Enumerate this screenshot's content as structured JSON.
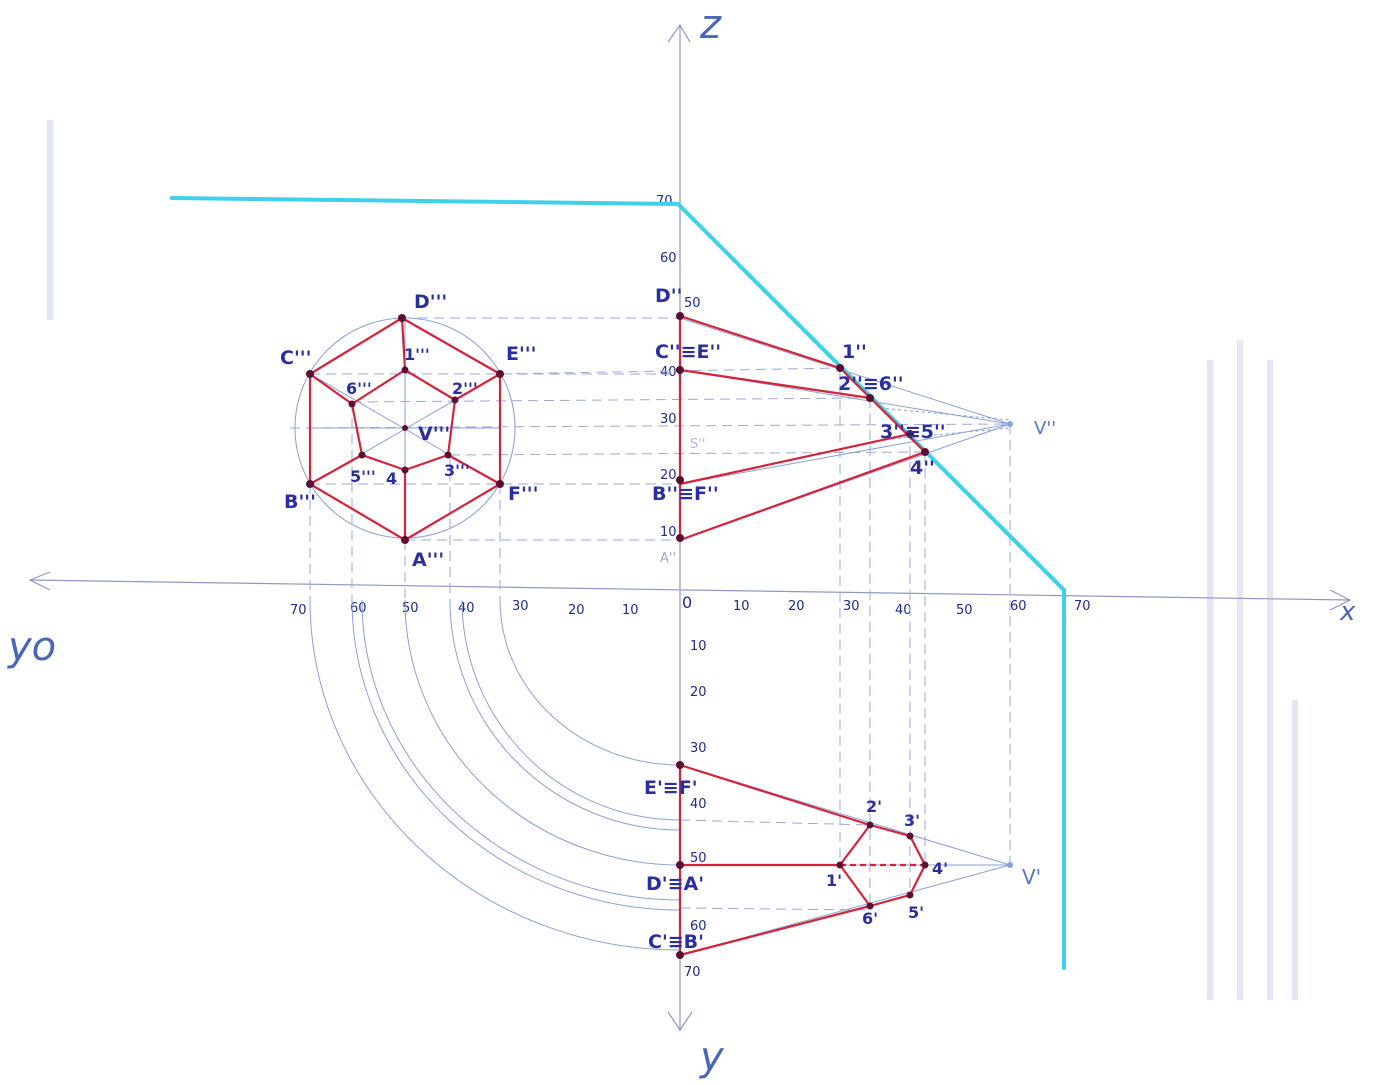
{
  "axes": {
    "x": "x",
    "y": "y",
    "z": "z",
    "yo": "yo",
    "origin": "0"
  },
  "z_ticks": [
    "10",
    "20",
    "30",
    "40",
    "50",
    "60",
    "70"
  ],
  "x_ticks": [
    "10",
    "20",
    "30",
    "40",
    "50",
    "60",
    "70"
  ],
  "yo_ticks": [
    "10",
    "20",
    "30",
    "40",
    "50",
    "60",
    "70"
  ],
  "y_ticks": [
    "10",
    "20",
    "30",
    "40",
    "50",
    "60",
    "70"
  ],
  "front": {
    "D": "D''",
    "CE": "C''≡E''",
    "BF": "B''≡F''",
    "A": "A''",
    "S": "S''",
    "V": "V''",
    "p1": "1''",
    "p26": "2''≡6''",
    "p35": "3''≡5''",
    "p4": "4''"
  },
  "top": {
    "EF": "E'≡F'",
    "DA": "D'≡A'",
    "CB": "C'≡B'",
    "V": "V'",
    "p1": "1'",
    "p2": "2'",
    "p3": "3'",
    "p4": "4'",
    "p5": "5'",
    "p6": "6'"
  },
  "side": {
    "A": "A'''",
    "B": "B'''",
    "C": "C'''",
    "D": "D'''",
    "E": "E'''",
    "F": "F'''",
    "V": "V'''",
    "p1": "1'''",
    "p2": "2'''",
    "p3": "3'''",
    "p4": "4",
    "p5": "5'''",
    "p6": "6'''"
  },
  "colors": {
    "section": "#d4243a",
    "trace": "#3fd0ea",
    "labels": "#2b2f9e"
  }
}
